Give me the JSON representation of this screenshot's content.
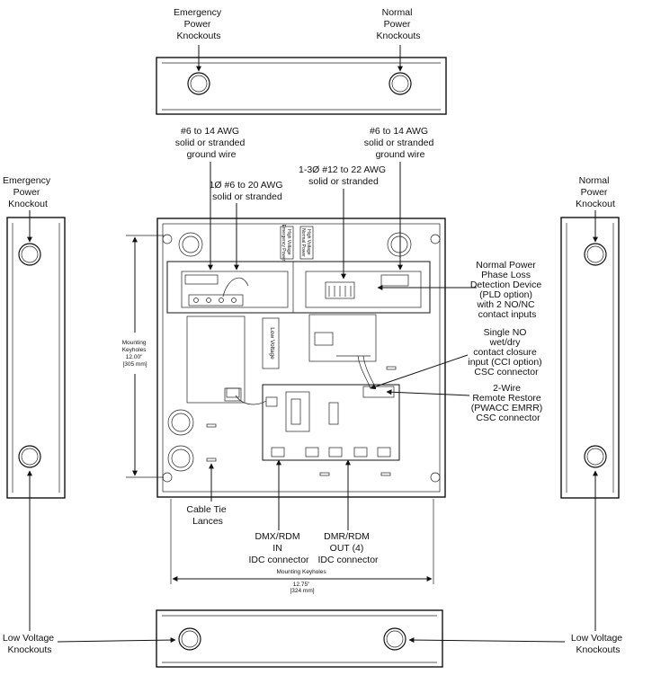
{
  "labels": {
    "emergency_top": [
      "Emergency",
      "Power",
      "Knockouts"
    ],
    "normal_top": [
      "Normal",
      "Power",
      "Knockouts"
    ],
    "emergency_left": [
      "Emergency",
      "Power",
      "Knockout"
    ],
    "normal_right": [
      "Normal",
      "Power",
      "Knockout"
    ],
    "ground_left": [
      "#6 to 14 AWG",
      "solid or stranded",
      "ground wire"
    ],
    "ground_right": [
      "#6 to 14 AWG",
      "solid or stranded",
      "ground wire"
    ],
    "single_phase": [
      "1Ø #6 to 20 AWG",
      "solid or stranded"
    ],
    "three_phase": [
      "1-3Ø #12 to 22 AWG",
      "solid or stranded"
    ],
    "pld": [
      "Normal Power",
      "Phase Loss",
      "Detection Device",
      "(PLD option)",
      "with 2 NO/NC",
      "contact inputs"
    ],
    "cci": [
      "Single NO",
      "wet/dry",
      "contact closure",
      "input (CCI option)",
      "CSC connector"
    ],
    "remote": [
      "2-Wire",
      "Remote Restore",
      "(PWACC EMRR)",
      "CSC connector"
    ],
    "cable_tie": [
      "Cable Tie",
      "Lances"
    ],
    "dmx_in": [
      "DMX/RDM",
      "IN",
      "IDC connector"
    ],
    "dmr_out": [
      "DMR/RDM",
      "OUT (4)",
      "IDC connector"
    ],
    "low_voltage_left": [
      "Low Voltage",
      "Knockouts"
    ],
    "low_voltage_right": [
      "Low Voltage",
      "Knockouts"
    ],
    "keyholes_vertical": [
      "Mounting",
      "Keyholes",
      "12.00\"",
      "[305 mm]"
    ],
    "keyholes_horizontal": [
      "Mounting Keyholes",
      "12.75\"",
      "[324 mm]"
    ],
    "low_voltage_tag": "Low Voltage",
    "hv_emergency_tag": [
      "High Voltage",
      "Emergency Power"
    ],
    "hv_normal_tag": [
      "High Voltage",
      "Normal Power"
    ]
  }
}
